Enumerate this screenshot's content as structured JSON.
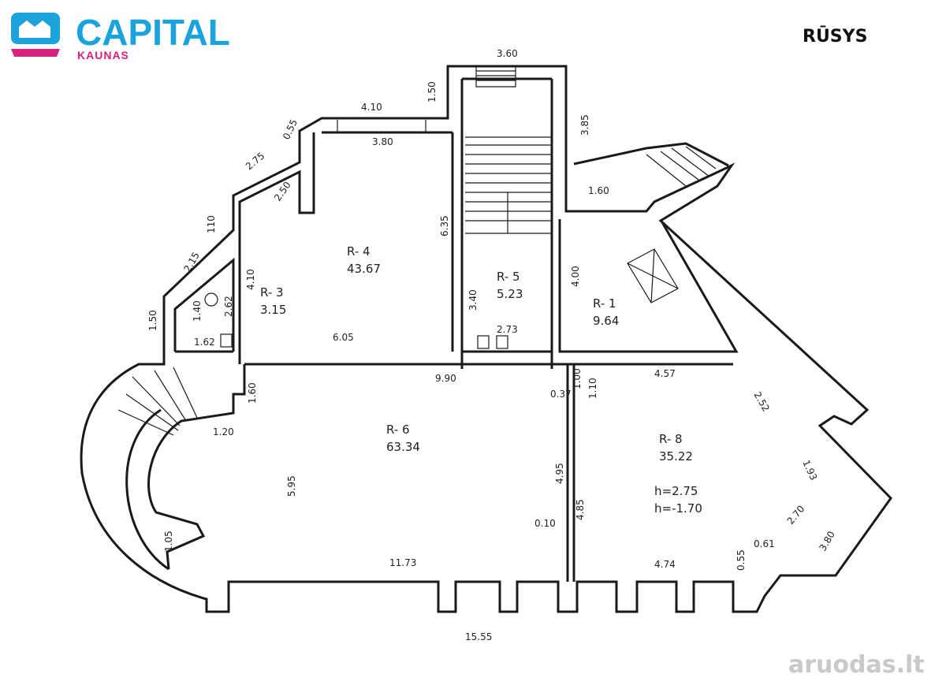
{
  "brand": {
    "name": "CAPITAL",
    "city": "KAUNAS"
  },
  "title": "RŪSYS",
  "watermark": "aruodas.lt",
  "rooms": [
    {
      "id": "R- 4",
      "area": "43.67"
    },
    {
      "id": "R- 3",
      "area": "3.15"
    },
    {
      "id": "R- 5",
      "area": "5.23"
    },
    {
      "id": "R- 1",
      "area": "9.64"
    },
    {
      "id": "R- 6",
      "area": "63.34"
    },
    {
      "id": "R- 8",
      "area": "35.22",
      "h1": "h=2.75",
      "h2": "h=-1.70"
    }
  ],
  "dimensions": [
    "3.60",
    "1.50",
    "4.10",
    "3.80",
    "3.85",
    "0.55",
    "2.75",
    "2.50",
    "6.35",
    "110",
    "1.60",
    "2.15",
    "4.10",
    "2.62",
    "1.40",
    "1.50",
    "1.62",
    "6.05",
    "3.40",
    "2.73",
    "4.00",
    "9.90",
    "1.00",
    "0.37",
    "1.10",
    "4.57",
    "2.52",
    "1.60",
    "1.20",
    "5.95",
    "4.95",
    "4.85",
    "0.10",
    "1.93",
    "2.70",
    "0.61",
    "0.55",
    "3.80",
    "1.05",
    "11.73",
    "4.74",
    "15.55"
  ]
}
